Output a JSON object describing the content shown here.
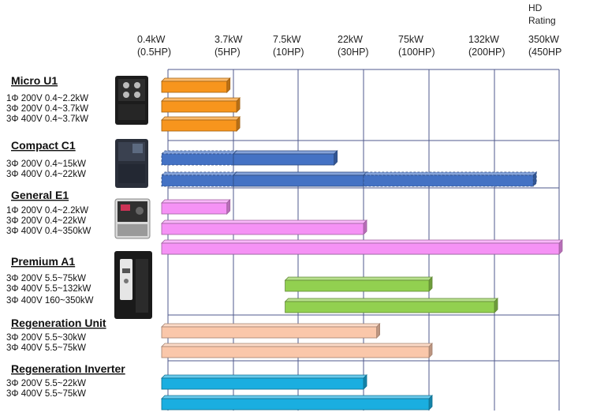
{
  "chart_data": {
    "type": "bar",
    "orientation": "horizontal",
    "header": {
      "line1": "HD",
      "line2": "Rating"
    },
    "ticks": [
      {
        "kw": "0.4kW",
        "hp": "(0.5HP)"
      },
      {
        "kw": "3.7kW",
        "hp": "(5HP)"
      },
      {
        "kw": "7.5kW",
        "hp": "(10HP)"
      },
      {
        "kw": "22kW",
        "hp": "(30HP)"
      },
      {
        "kw": "75kW",
        "hp": "(100HP)"
      },
      {
        "kw": "132kW",
        "hp": "(200HP)"
      },
      {
        "kw": "350kW",
        "hp": "(450HP"
      }
    ],
    "groups": [
      {
        "name": "Micro U1",
        "color": "#f7951d",
        "product": "micro",
        "rows": [
          {
            "label": "1Φ 200V 0.4~2.2kW",
            "bars": [
              {
                "from": 0,
                "to": 0.9
              }
            ]
          },
          {
            "label": "3Φ 200V 0.4~3.7kW",
            "bars": [
              {
                "from": 0,
                "to": 1.05
              }
            ]
          },
          {
            "label": "3Φ 400V 0.4~3.7kW",
            "bars": [
              {
                "from": 0,
                "to": 1.05
              }
            ]
          }
        ]
      },
      {
        "name": "Compact C1",
        "color": "#4472c4",
        "product": "compact",
        "rows": [
          {
            "label": "3Φ 200V 0.4~15kW",
            "bars": [
              {
                "from": 0,
                "to": 1.0,
                "dashed": true
              },
              {
                "from": 1.0,
                "to": 2.55
              }
            ]
          },
          {
            "label": "3Φ 400V 0.4~22kW",
            "bars": [
              {
                "from": 0,
                "to": 1.0,
                "dashed": true
              },
              {
                "from": 1.0,
                "to": 3.0
              },
              {
                "from": 3.0,
                "to": 5.6,
                "dashed": true
              }
            ]
          }
        ]
      },
      {
        "name": "General E1",
        "color": "#f592f5",
        "product": "general",
        "rows": [
          {
            "label": "1Φ 200V 0.4~2.2kW",
            "bars": [
              {
                "from": 0,
                "to": 0.9
              }
            ]
          },
          {
            "label": "3Φ 200V 0.4~22kW",
            "bars": [
              {
                "from": 0,
                "to": 3.0
              }
            ]
          },
          {
            "label": "3Φ 400V 0.4~350kW",
            "bars": [
              {
                "from": 0,
                "to": 6.0
              }
            ]
          }
        ]
      },
      {
        "name": "Premium A1",
        "color": "#92d050",
        "product": "premium",
        "rows": [
          {
            "label": "3Φ 200V 5.5~75kW",
            "bars": [
              {
                "from": 1.8,
                "to": 4.0
              }
            ]
          },
          {
            "label": "3Φ 400V 5.5~132kW",
            "bars": [
              {
                "from": 1.8,
                "to": 5.0
              }
            ]
          },
          {
            "label": "3Φ 400V 160~350kW",
            "bars": []
          }
        ]
      },
      {
        "name": "Regeneration Unit",
        "color": "#fac7aa",
        "product": null,
        "rows": [
          {
            "label": "3Φ 200V 5.5~30kW",
            "bars": [
              {
                "from": 0,
                "to": 3.2
              }
            ]
          },
          {
            "label": "3Φ 400V 5.5~75kW",
            "bars": [
              {
                "from": 0,
                "to": 4.0
              }
            ]
          }
        ]
      },
      {
        "name": "Regeneration Inverter",
        "color": "#1aaee0",
        "product": null,
        "rows": [
          {
            "label": "3Φ 200V 5.5~22kW",
            "bars": [
              {
                "from": 0,
                "to": 3.0
              }
            ]
          },
          {
            "label": "3Φ 400V 5.5~75kW",
            "bars": [
              {
                "from": 0,
                "to": 4.0
              }
            ]
          }
        ]
      }
    ]
  }
}
